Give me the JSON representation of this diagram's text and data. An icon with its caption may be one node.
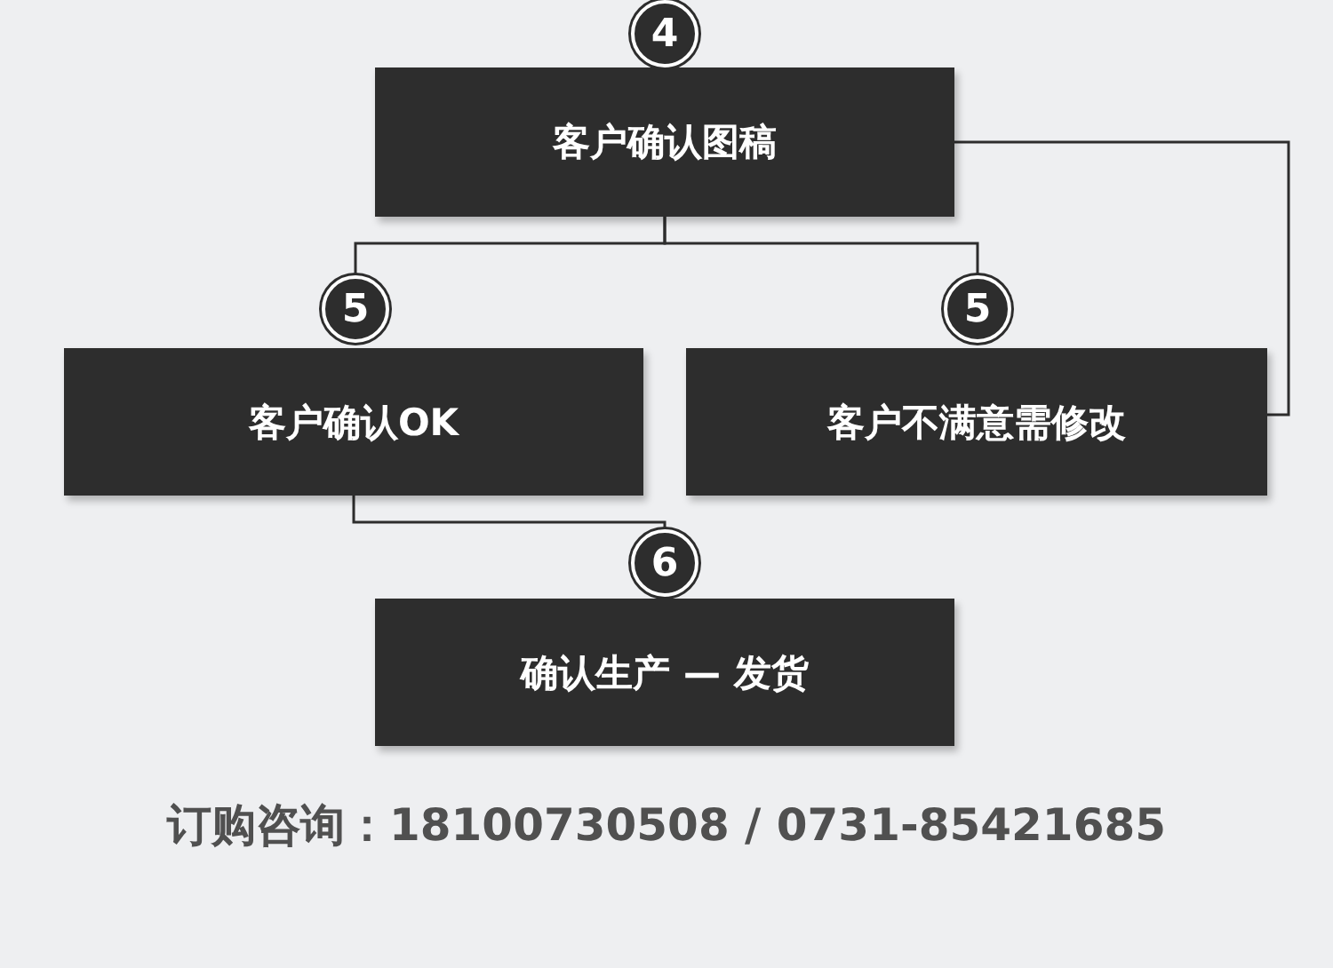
{
  "diagram": {
    "nodes": [
      {
        "text": [
          "4"
        ]
      },
      {
        "text": [
          "客户确认图稿"
        ]
      },
      {
        "text": [
          "5"
        ]
      },
      {
        "text": [
          "5"
        ]
      },
      {
        "text": [
          "客户确认OK"
        ]
      },
      {
        "text": [
          "客户不满意需修改"
        ]
      },
      {
        "text": [
          "6"
        ]
      },
      {
        "text": [
          "确认生产 — 发货"
        ]
      }
    ],
    "edges": [
      {
        "from": 1,
        "to": 2,
        "arrow": "none"
      },
      {
        "from": 1,
        "to": 3,
        "arrow": "none"
      },
      {
        "from": 1,
        "to": 5,
        "arrow": "none"
      },
      {
        "from": 4,
        "to": 6,
        "arrow": "none"
      }
    ],
    "labels": [
      "订购咨询：18100730508 / 0731-85421685"
    ]
  }
}
